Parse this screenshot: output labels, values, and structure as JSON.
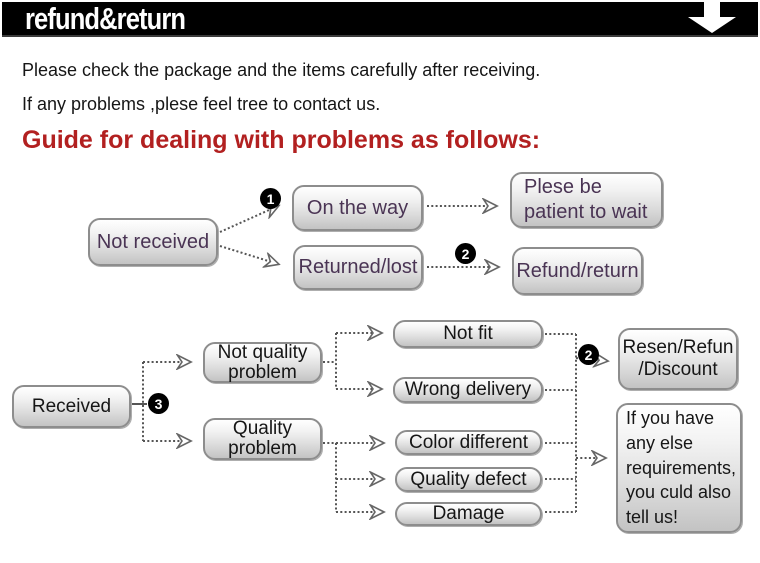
{
  "banner": {
    "title": "refund&return",
    "bg": "#000000",
    "fg": "#ffffff"
  },
  "intro": {
    "line1": "Please check the package and the items carefully after receiving.",
    "line2": "If any problems ,plese feel tree to contact us."
  },
  "heading": "Guide for dealing with problems as follows:",
  "colors": {
    "accent_red": "#b22020",
    "flow1_text": "#4a3454",
    "flow2_text": "#161616",
    "connector": "#555555",
    "box_border": "#8d8d8d"
  },
  "flow1": {
    "badge1": "1",
    "badge2": "2",
    "nodes": {
      "not_received": "Not received",
      "on_the_way": "On the way",
      "returned_lost": "Returned/lost",
      "patient": "Plese be\npatient to wait",
      "refund_return": "Refund/return"
    }
  },
  "flow2": {
    "badge3": "3",
    "badge2": "2",
    "nodes": {
      "received": "Received",
      "not_quality": "Not quality\nproblem",
      "quality": "Quality\nproblem",
      "not_fit": "Not fit",
      "wrong_delivery": "Wrong delivery",
      "color_different": "Color different",
      "quality_defect": "Quality defect",
      "damage": "Damage",
      "resen": "Resen/Refun\n/Discount",
      "more": "If you have\nany else\nrequirements,\nyou culd also\ntell us!"
    }
  }
}
